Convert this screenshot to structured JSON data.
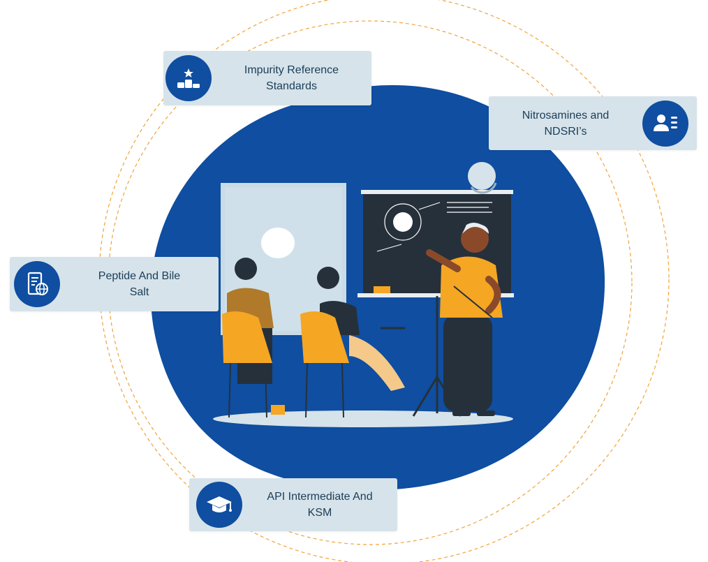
{
  "colors": {
    "brand_blue": "#0f4ea0",
    "accent_orange": "#f5a623",
    "card_bg": "#d6e3ea",
    "text_dark": "#1b3d57",
    "ring_dash": "#f0a33a"
  },
  "cards": [
    {
      "id": "impurity",
      "icon": "podium-icon",
      "lines": [
        "Impurity Reference",
        "Standards"
      ]
    },
    {
      "id": "nitrosamines",
      "icon": "user-profile-icon",
      "lines": [
        "Nitrosamines and",
        "NDSRI’s"
      ]
    },
    {
      "id": "peptide",
      "icon": "document-globe-icon",
      "lines": [
        "Peptide And Bile",
        "Salt"
      ]
    },
    {
      "id": "api",
      "icon": "graduation-cap-icon",
      "lines": [
        "API Intermediate And",
        "KSM"
      ]
    }
  ]
}
